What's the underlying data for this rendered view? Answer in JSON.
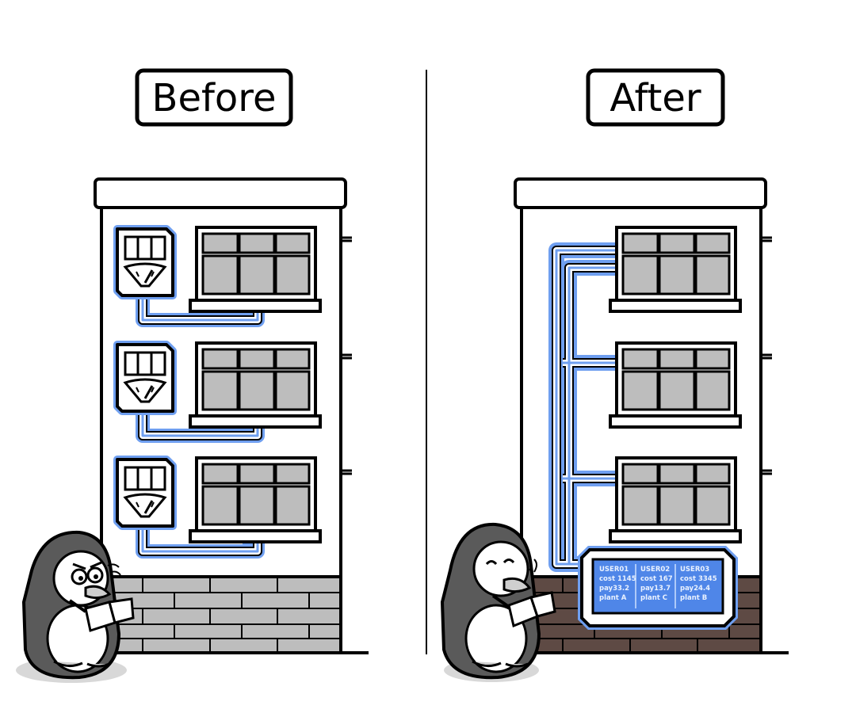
{
  "before": {
    "title": "Before"
  },
  "after": {
    "title": "After",
    "smart_meter": {
      "columns": [
        {
          "user": "USER01",
          "cost": "cost 1145",
          "pay": "pay33.2",
          "plant": "plant A"
        },
        {
          "user": "USER02",
          "cost": "cost 167",
          "pay": "pay13.7",
          "plant": "plant C"
        },
        {
          "user": "USER03",
          "cost": "cost 3345",
          "pay": "pay24.4",
          "plant": "plant B"
        }
      ]
    }
  },
  "colors": {
    "outline": "#000000",
    "window_glass": "#bdbdbd",
    "pipe_glow": "#6f9ff0",
    "display_fill": "#4f86e8",
    "brick_before": "#bdbdbd",
    "brick_after": "#5e4a44",
    "penguin_body": "#5a5a5a"
  }
}
